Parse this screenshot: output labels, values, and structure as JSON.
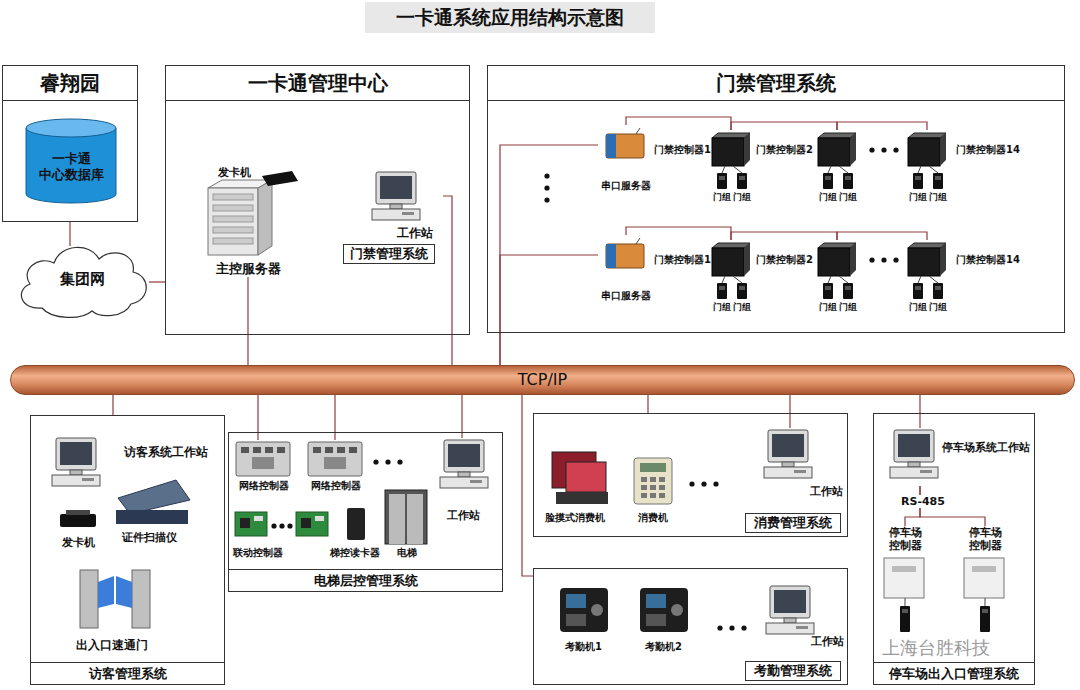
{
  "diagram": {
    "title": "一卡通系统应用结构示意图",
    "nodes": [
      {
        "text": [
          "睿翔园"
        ]
      },
      {
        "text": [
          "一卡通 中心数据库"
        ],
        "in": 0
      },
      {
        "text": [
          "集团网"
        ]
      },
      {
        "text": [
          "一卡通管理中心"
        ]
      },
      {
        "text": [
          "主控服务器"
        ],
        "in": 3
      },
      {
        "text": [
          "工作站",
          "门禁管理系统"
        ],
        "in": 3
      },
      {
        "text": [
          "门禁管理系统"
        ]
      },
      {
        "text": [
          "串口服务器"
        ],
        "in": 6
      },
      {
        "text": [
          "门禁控制器1"
        ],
        "in": 6
      },
      {
        "text": [
          "门禁控制器2"
        ],
        "in": 6
      },
      {
        "text": [
          "门禁控制器14"
        ],
        "in": 6
      },
      {
        "text": [
          "串口服务器"
        ],
        "in": 6
      },
      {
        "text": [
          "门禁控制器1"
        ],
        "in": 6
      },
      {
        "text": [
          "门禁控制器2"
        ],
        "in": 6
      },
      {
        "text": [
          "门禁控制器14"
        ],
        "in": 6
      },
      {
        "text": [
          "TCP/IP"
        ]
      },
      {
        "text": [
          "访客管理系统"
        ]
      },
      {
        "text": [
          "访客系统工作站"
        ],
        "in": 16
      },
      {
        "text": [
          "电梯层控管理系统"
        ]
      },
      {
        "text": [
          "网络控制器"
        ],
        "in": 18
      },
      {
        "text": [
          "网络控制器"
        ],
        "in": 18
      },
      {
        "text": [
          "工作站"
        ],
        "in": 18
      },
      {
        "text": [
          "消费管理系统"
        ]
      },
      {
        "text": [
          "工作站"
        ],
        "in": 22
      },
      {
        "text": [
          "考勤管理系统"
        ]
      },
      {
        "text": [
          "工作站"
        ],
        "in": 24
      },
      {
        "text": [
          "停车场出入口管理系统"
        ]
      },
      {
        "text": [
          "停车场系统工作站"
        ],
        "in": 26
      },
      {
        "text": [
          "停车场 控制器"
        ],
        "in": 26
      },
      {
        "text": [
          "停车场 控制器"
        ],
        "in": 26
      }
    ],
    "edges": [
      {
        "from": 0,
        "to": 2,
        "arrow": "none"
      },
      {
        "from": 2,
        "to": 3,
        "arrow": "none"
      },
      {
        "from": 4,
        "to": 15,
        "arrow": "none"
      },
      {
        "from": 5,
        "to": 15,
        "arrow": "none"
      },
      {
        "from": 15,
        "to": 7,
        "arrow": "none"
      },
      {
        "from": 15,
        "to": 11,
        "arrow": "none"
      },
      {
        "from": 7,
        "to": 8,
        "arrow": "none"
      },
      {
        "from": 8,
        "to": 9,
        "arrow": "none"
      },
      {
        "from": 9,
        "to": 10,
        "arrow": "none"
      },
      {
        "from": 11,
        "to": 12,
        "arrow": "none"
      },
      {
        "from": 12,
        "to": 13,
        "arrow": "none"
      },
      {
        "from": 13,
        "to": 14,
        "arrow": "none"
      },
      {
        "from": 15,
        "to": 16,
        "arrow": "none"
      },
      {
        "from": 15,
        "to": 19,
        "arrow": "none"
      },
      {
        "from": 15,
        "to": 20,
        "arrow": "none"
      },
      {
        "from": 15,
        "to": 21,
        "arrow": "none"
      },
      {
        "from": 15,
        "to": 22,
        "arrow": "none"
      },
      {
        "from": 15,
        "to": 23,
        "arrow": "none"
      },
      {
        "from": 15,
        "to": 24,
        "arrow": "none"
      },
      {
        "from": 15,
        "to": 27,
        "arrow": "none"
      },
      {
        "from": 27,
        "to": 28,
        "label": "RS-485",
        "arrow": "none"
      },
      {
        "from": 27,
        "to": 29,
        "arrow": "none"
      }
    ],
    "labels": [
      "发卡机",
      "门组",
      "门组",
      "门组",
      "门组",
      "门组",
      "门组",
      "门组",
      "门组",
      "门组",
      "门组",
      "门组",
      "门组",
      "发卡机",
      "证件扫描仪",
      "出入口速通门",
      "联动控制器",
      "梯控读卡器",
      "电梯",
      "脸摸式消费机",
      "消费机",
      "考勤机1",
      "考勤机2",
      "上海台胜科技"
    ]
  }
}
